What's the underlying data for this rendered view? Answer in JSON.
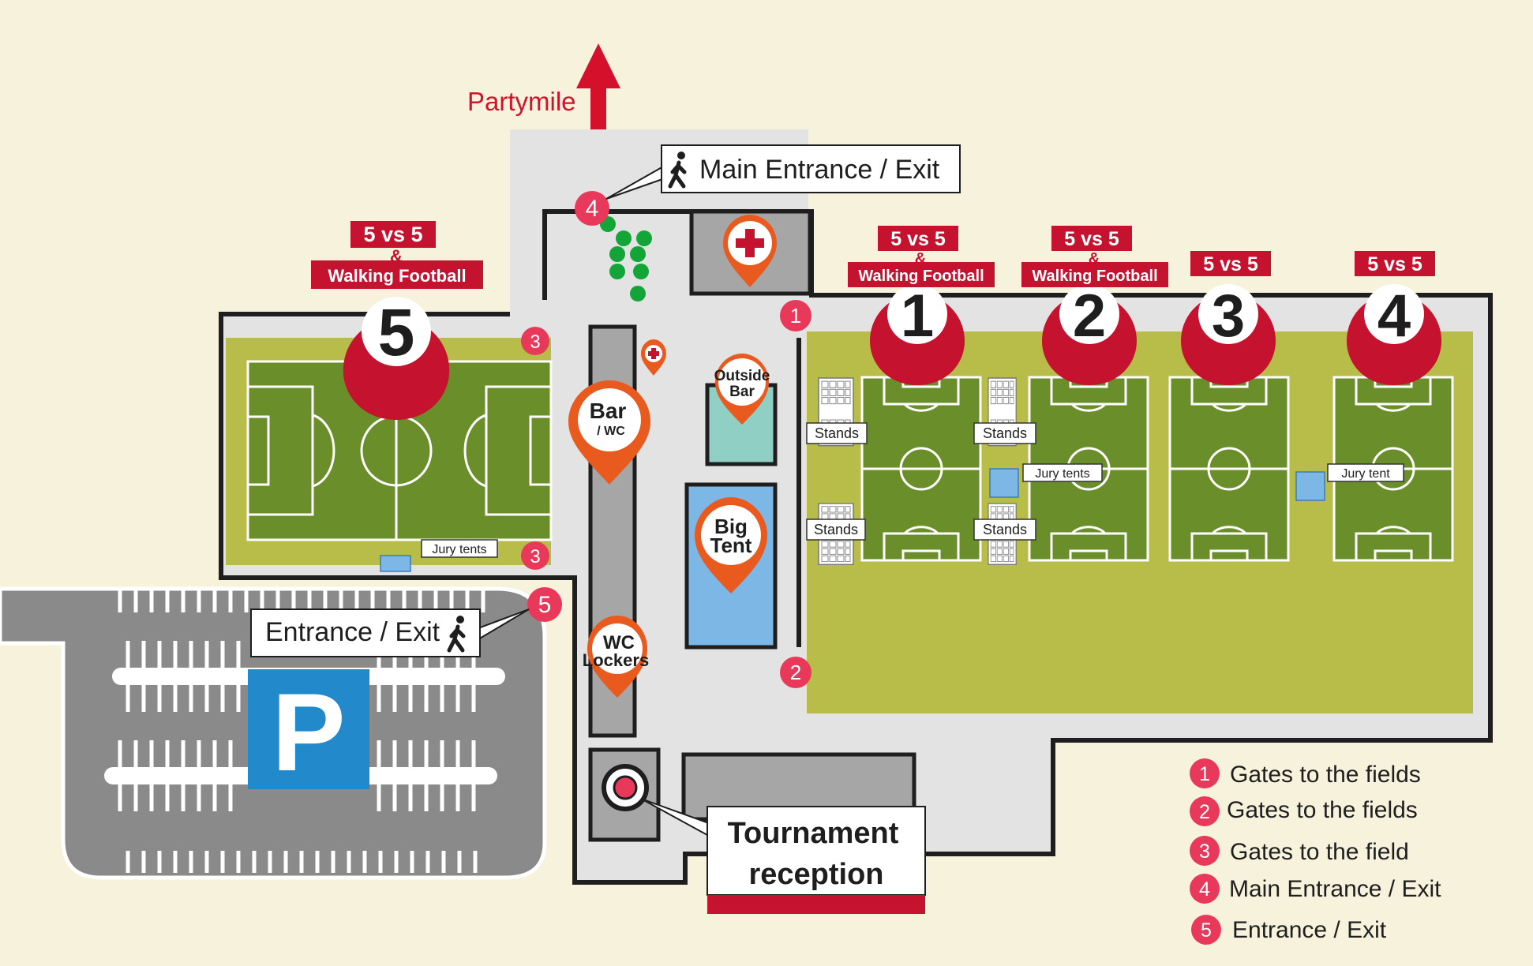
{
  "direction": {
    "label": "Partymile"
  },
  "callouts": {
    "main_entrance": "Main Entrance / Exit",
    "side_entrance": "Entrance / Exit",
    "reception_line1": "Tournament",
    "reception_line2": "reception"
  },
  "markers": {
    "field5": {
      "number": "5",
      "badge": "5 vs 5",
      "amp": "&",
      "sub": "Walking Football"
    },
    "field1": {
      "number": "1",
      "badge": "5 vs 5",
      "amp": "&",
      "sub": "Walking Football"
    },
    "field2": {
      "number": "2",
      "badge": "5 vs 5",
      "amp": "&",
      "sub": "Walking Football"
    },
    "field3": {
      "number": "3",
      "badge": "5 vs 5"
    },
    "field4": {
      "number": "4",
      "badge": "5 vs 5"
    }
  },
  "facilities": {
    "bar_main": "Bar",
    "bar_sub": "/ WC",
    "outside_bar_1": "Outside",
    "outside_bar_2": "Bar",
    "big_tent_1": "Big",
    "big_tent_2": "Tent",
    "wc_1": "WC",
    "wc_2": "Lockers",
    "parking": "P"
  },
  "labels": {
    "stands": "Stands",
    "jury_tents": "Jury tents",
    "jury_tent": "Jury tent"
  },
  "gates": [
    "1",
    "2",
    "3",
    "3",
    "4",
    "5"
  ],
  "legend": [
    {
      "num": "1",
      "text": "Gates to the fields"
    },
    {
      "num": "2",
      "text": "Gates to the fields"
    },
    {
      "num": "3",
      "text": "Gates to the field"
    },
    {
      "num": "4",
      "text": "Main Entrance / Exit"
    },
    {
      "num": "5",
      "text": "Entrance / Exit"
    }
  ],
  "colors": {
    "background": "#f7f2dc",
    "venue": "#e3e3e3",
    "field_outer": "#b7bd48",
    "pitch": "#6a8f2a",
    "pin_red": "#c4122f",
    "pin_orange": "#e85a1e",
    "gate_pink": "#e8395a",
    "water_blue": "#7db7e6",
    "parking_blue": "#2289cb"
  }
}
